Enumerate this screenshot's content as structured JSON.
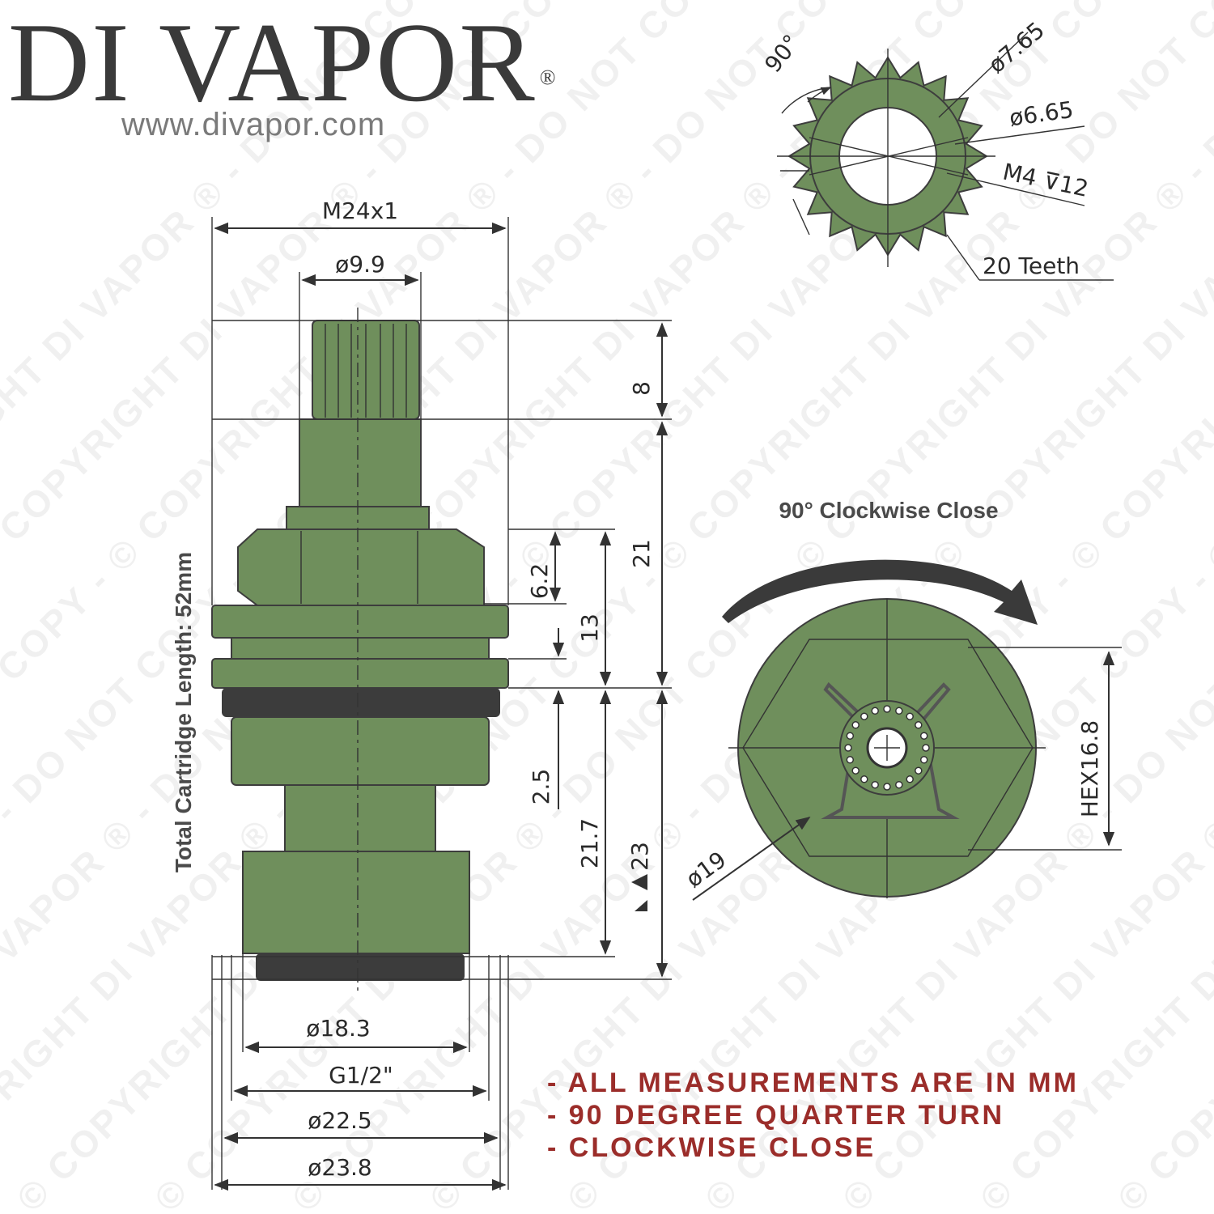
{
  "brand": {
    "name": "DI VAPOR",
    "reg": "®",
    "url": "www.divapor.com"
  },
  "watermark": "© COPYRIGHT DI VAPOR ® - DO NOT COPY -",
  "colors": {
    "part": "#6f8f5c",
    "outline": "#3d3d3d",
    "note": "#9b2d2a",
    "brand": "#3a3a3a"
  },
  "side_view": {
    "total_length": "Total Cartridge Length: 52mm",
    "thread": "M24x1",
    "spline_dia": "ø9.9",
    "dims_vertical": {
      "spline_h": "8",
      "body_h": "21",
      "hex_h": "6.2",
      "upper_h": "13",
      "ring_h": "2.5",
      "lower_h": "21.7",
      "bottom_h": "23"
    },
    "dims_bottom": {
      "d1": "ø18.3",
      "thread": "G1/2\"",
      "d2": "ø22.5",
      "d3": "ø23.8"
    }
  },
  "spline_view": {
    "angle": "90°",
    "outer": "ø7.65",
    "inner": "ø6.65",
    "screw": "M4 ⊽12",
    "teeth_label": "20 Teeth",
    "teeth_count": 20
  },
  "bottom_view": {
    "rotation": "90° Clockwise Close",
    "hex": "HEX16.8",
    "dia": "ø19"
  },
  "notes": [
    "- ALL MEASUREMENTS ARE IN MM",
    "- 90 DEGREE QUARTER TURN",
    "- CLOCKWISE CLOSE"
  ]
}
